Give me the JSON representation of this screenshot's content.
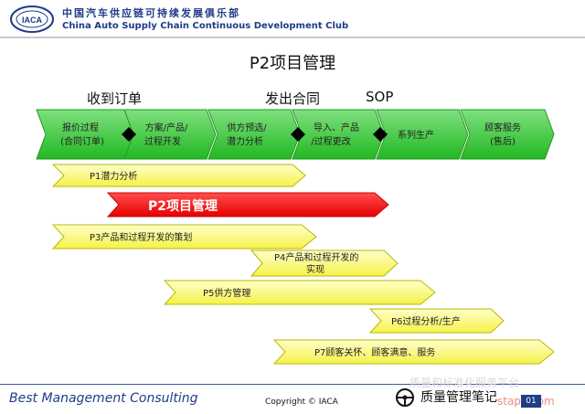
{
  "header": {
    "org_cn": "中国汽车供应链可持续发展俱乐部",
    "org_en": "China Auto Supply Chain Continuous Development Club",
    "logo_text": "IACA"
  },
  "title": "P2项目管理",
  "milestones": [
    "收到订单",
    "发出合同",
    "SOP"
  ],
  "stages": [
    {
      "line1": "报价过程",
      "line2": "(合同订单)"
    },
    {
      "line1": "方案/产品/",
      "line2": "过程开发"
    },
    {
      "line1": "供方预选/",
      "line2": "潜力分析"
    },
    {
      "line1": "导入、产品",
      "line2": "/过程更改"
    },
    {
      "line1": "系列生产",
      "line2": ""
    },
    {
      "line1": "顾客服务",
      "line2": "(售后)"
    }
  ],
  "processes": [
    {
      "label": "P1潜力分析",
      "line2": "",
      "color": "#ffff66"
    },
    {
      "label": "P2项目管理",
      "line2": "",
      "color": "#ff0000"
    },
    {
      "label": "P3产品和过程开发的策划",
      "line2": "",
      "color": "#ffff66"
    },
    {
      "label": "P4产品和过程开发的",
      "line2": "实现",
      "color": "#ffff66"
    },
    {
      "label": "P5供方管理",
      "line2": "",
      "color": "#ffff66"
    },
    {
      "label": "P6过程分析/生产",
      "line2": "",
      "color": "#ffff66"
    },
    {
      "label": "P7顾客关怀、顾客满意、服务",
      "line2": "",
      "color": "#ffff66"
    }
  ],
  "footer": {
    "company": "Best Management Consulting",
    "copyright": "Copyright © IACA",
    "brand": "质量管理笔记",
    "watermark": "质量和标准化服务平台",
    "watermark2": "stapa.com",
    "page": "01"
  },
  "colors": {
    "stage_green": "#33cc33",
    "accent_blue": "#1f3c88"
  }
}
